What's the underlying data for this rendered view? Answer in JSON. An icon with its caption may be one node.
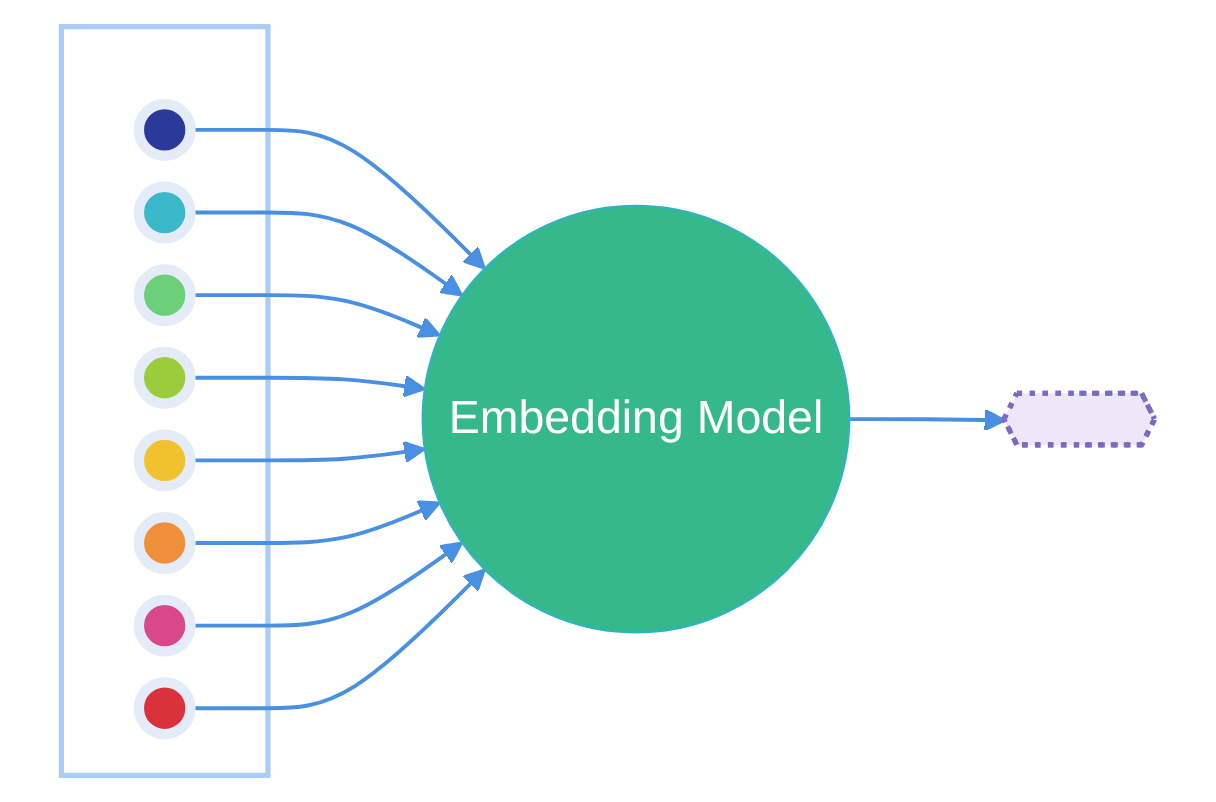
{
  "diagram": {
    "nodes": [
      {
        "text": [],
        "shape": "box"
      },
      {
        "text": [],
        "shape": "circle",
        "in": 0
      },
      {
        "text": [],
        "shape": "circle",
        "in": 0
      },
      {
        "text": [],
        "shape": "circle",
        "in": 0
      },
      {
        "text": [],
        "shape": "circle",
        "in": 0
      },
      {
        "text": [],
        "shape": "circle",
        "in": 0
      },
      {
        "text": [],
        "shape": "circle",
        "in": 0
      },
      {
        "text": [],
        "shape": "circle",
        "in": 0
      },
      {
        "text": [],
        "shape": "circle",
        "in": 0
      },
      {
        "text": [
          "Embedding Model"
        ]
      },
      {
        "text": [],
        "shape": "hexagon"
      }
    ],
    "edges": [
      {
        "from": 1,
        "to": 9,
        "arrow": "to"
      },
      {
        "from": 2,
        "to": 9,
        "arrow": "to"
      },
      {
        "from": 3,
        "to": 9,
        "arrow": "to"
      },
      {
        "from": 4,
        "to": 9,
        "arrow": "to"
      },
      {
        "from": 5,
        "to": 9,
        "arrow": "to"
      },
      {
        "from": 6,
        "to": 9,
        "arrow": "to"
      },
      {
        "from": 7,
        "to": 9,
        "arrow": "to"
      },
      {
        "from": 8,
        "to": 9,
        "arrow": "to"
      },
      {
        "from": 9,
        "to": 10,
        "arrow": "to"
      }
    ]
  }
}
